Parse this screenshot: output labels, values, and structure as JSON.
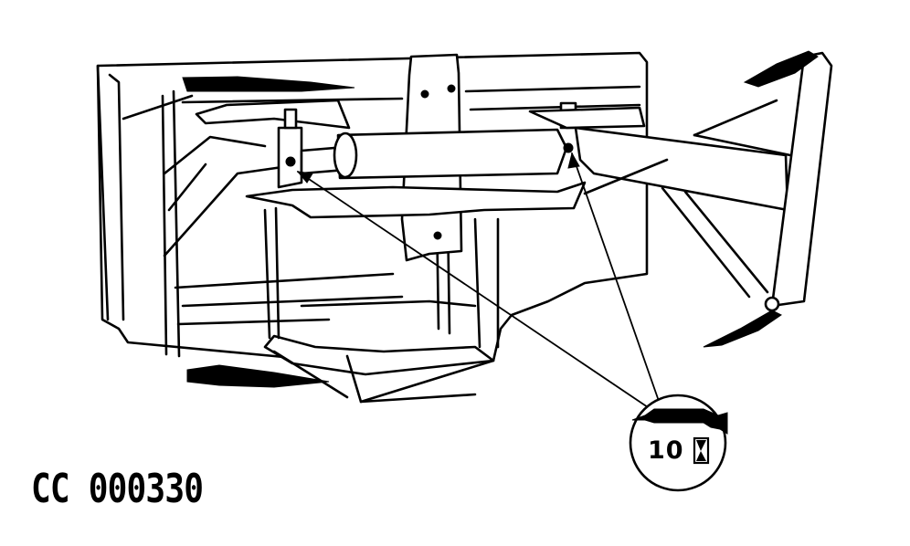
{
  "figure": {
    "id_label": "CC 000330",
    "subject": "front loader / attachment frame lubrication points",
    "colors": {
      "line": "#000000",
      "background": "#ffffff"
    }
  },
  "callout": {
    "interval_value": "10",
    "interval_unit_icon": "hourglass-icon",
    "tool_icon": "grease-gun-icon",
    "leader_count": 2
  }
}
